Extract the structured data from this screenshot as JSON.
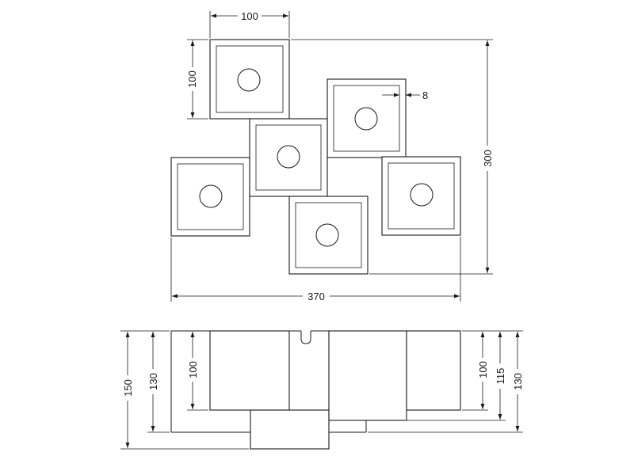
{
  "drawing": {
    "plan_view": {
      "module_count": 6,
      "dimensions": {
        "module_width": "100",
        "module_height": "100",
        "overall_width": "370",
        "overall_height": "300",
        "spacing": "8"
      }
    },
    "front_view": {
      "dimensions": {
        "left_overall": "150",
        "left_body": "130",
        "left_module": "100",
        "right_module": "100",
        "right_mid": "115",
        "right_overall": "130"
      }
    }
  }
}
